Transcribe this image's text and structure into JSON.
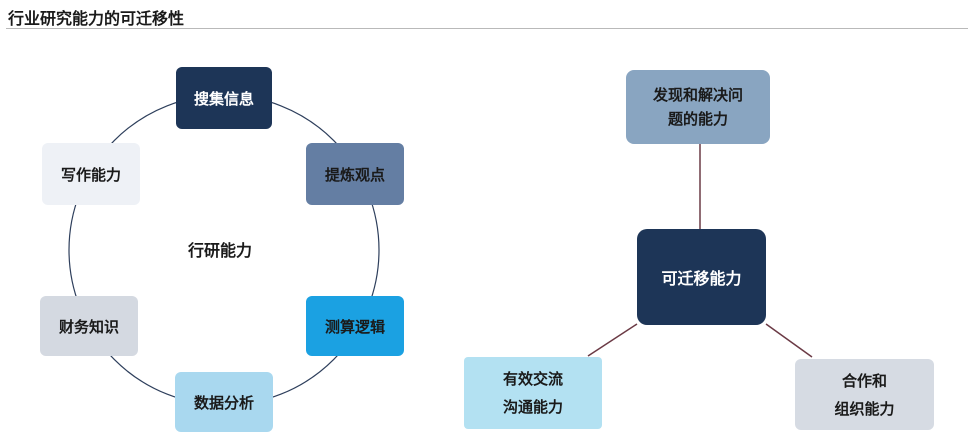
{
  "header": {
    "title": "行业研究能力的可迁移性"
  },
  "left_diagram": {
    "center_label": "行研能力",
    "nodes": [
      {
        "label": "搜集信息",
        "color": "#1d3557"
      },
      {
        "label": "提炼观点",
        "color": "#647ea3"
      },
      {
        "label": "测算逻辑",
        "color": "#1ba1e2"
      },
      {
        "label": "数据分析",
        "color": "#a9d8ef"
      },
      {
        "label": "财务知识",
        "color": "#d4d9e1"
      },
      {
        "label": "写作能力",
        "color": "#eef1f6"
      }
    ]
  },
  "right_diagram": {
    "center": {
      "label": "可迁移能力",
      "color": "#1d3557"
    },
    "top": {
      "line1": "发现和解决问",
      "line2": "题的能力",
      "color": "#89a5c1"
    },
    "bottom_left": {
      "line1": "有效交流",
      "line2": "沟通能力",
      "color": "#b3e1f2"
    },
    "bottom_right": {
      "line1": "合作和",
      "line2": "组织能力",
      "color": "#d6dbe3"
    }
  }
}
